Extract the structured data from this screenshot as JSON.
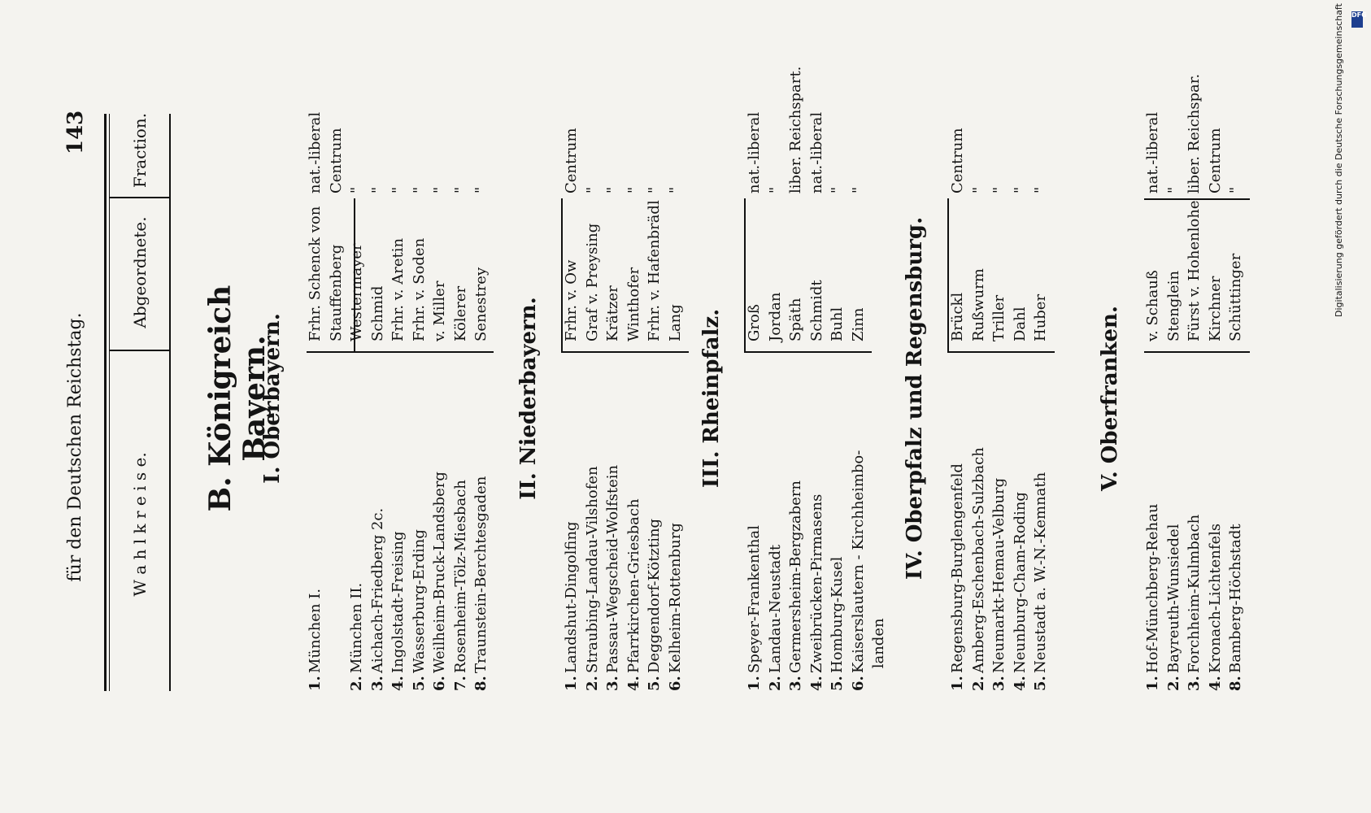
{
  "header": {
    "title": "für den Deutschen Reichstag.",
    "page_number": "143"
  },
  "columns": {
    "wahlkreise": "W a h l k r e i s e.",
    "abgeordnete": "Abgeordnete.",
    "fraction": "Fraction."
  },
  "main_heading": "B. Königreich Bayern.",
  "regions": [
    {
      "title": "I. Oberbayern.",
      "rows": [
        {
          "num": "1.",
          "kreis": "München I.",
          "abg": "Frhr. Schenck von",
          "frac": "nat.-liberal"
        },
        {
          "num": "",
          "kreis": "",
          "abg": "   Stauffenberg",
          "frac": "Centrum"
        },
        {
          "num": "2.",
          "kreis": "München II.",
          "abg": "Westermayer",
          "frac": "\""
        },
        {
          "num": "3.",
          "kreis": "Aichach-Friedberg 2c.",
          "abg": "Schmid",
          "frac": "\""
        },
        {
          "num": "4.",
          "kreis": "Ingolstadt-Freising",
          "abg": "Frhr. v. Aretin",
          "frac": "\""
        },
        {
          "num": "5.",
          "kreis": "Wasserburg-Erding",
          "abg": "Frhr. v. Soden",
          "frac": "\""
        },
        {
          "num": "6.",
          "kreis": "Weilheim-Bruck-Landsberg",
          "abg": "v. Miller",
          "frac": "\""
        },
        {
          "num": "7.",
          "kreis": "Rosenheim-Tölz-Miesbach",
          "abg": "Kölerer",
          "frac": "\""
        },
        {
          "num": "8.",
          "kreis": "Traunstein-Berchtesgaden",
          "abg": "Senestrey",
          "frac": "\""
        }
      ]
    },
    {
      "title": "II. Niederbayern.",
      "rows": [
        {
          "num": "1.",
          "kreis": "Landshut-Dingolfing",
          "abg": "Frhr. v. Ow",
          "frac": "Centrum"
        },
        {
          "num": "2.",
          "kreis": "Straubing-Landau-Vilshofen",
          "abg": "Graf v. Preysing",
          "frac": "\""
        },
        {
          "num": "3.",
          "kreis": "Passau-Wegscheid-Wolfstein",
          "abg": "Krätzer",
          "frac": "\""
        },
        {
          "num": "4.",
          "kreis": "Pfarrkirchen-Griesbach",
          "abg": "Winthofer",
          "frac": "\""
        },
        {
          "num": "5.",
          "kreis": "Deggendorf-Kötzting",
          "abg": "Frhr. v. Hafenbrädl",
          "frac": "\""
        },
        {
          "num": "6.",
          "kreis": "Kelheim-Rottenburg",
          "abg": "Lang",
          "frac": "\""
        }
      ]
    },
    {
      "title": "III. Rheinpfalz.",
      "rows": [
        {
          "num": "1.",
          "kreis": "Speyer-Frankenthal",
          "abg": "Groß",
          "frac": "nat.-liberal"
        },
        {
          "num": "2.",
          "kreis": "Landau-Neustadt",
          "abg": "Jordan",
          "frac": "\""
        },
        {
          "num": "3.",
          "kreis": "Germersheim-Bergzabern",
          "abg": "Späth",
          "frac": "liber. Reichspart."
        },
        {
          "num": "4.",
          "kreis": "Zweibrücken-Pirmasens",
          "abg": "Schmidt",
          "frac": "nat.-liberal"
        },
        {
          "num": "5.",
          "kreis": "Homburg-Kusel",
          "abg": "Buhl",
          "frac": "\""
        },
        {
          "num": "6.",
          "kreis": "Kaiserslautern - Kirchheimbo-",
          "abg": "Zinn",
          "frac": "\""
        },
        {
          "num": "",
          "kreis": "   landen",
          "abg": "",
          "frac": ""
        }
      ]
    },
    {
      "title": "IV. Oberpfalz und Regensburg.",
      "rows": [
        {
          "num": "1.",
          "kreis": "Regensburg-Burglengenfeld",
          "abg": "Brückl",
          "frac": "Centrum"
        },
        {
          "num": "2.",
          "kreis": "Amberg-Eschenbach-Sulzbach",
          "abg": "Rußwurm",
          "frac": "\""
        },
        {
          "num": "3.",
          "kreis": "Neumarkt-Hemau-Velburg",
          "abg": "Triller",
          "frac": "\""
        },
        {
          "num": "4.",
          "kreis": "Neunburg-Cham-Roding",
          "abg": "Dahl",
          "frac": "\""
        },
        {
          "num": "5.",
          "kreis": "Neustadt a. W.-N.-Kemnath",
          "abg": "Huber",
          "frac": "\""
        }
      ]
    },
    {
      "title": "V. Oberfranken.",
      "rows": [
        {
          "num": "1.",
          "kreis": "Hof-Münchberg-Rehau",
          "abg": "v. Schauß",
          "frac": "nat.-liberal"
        },
        {
          "num": "2.",
          "kreis": "Bayreuth-Wunsiedel",
          "abg": "Stenglein",
          "frac": "\""
        },
        {
          "num": "3.",
          "kreis": "Forchheim-Kulmbach",
          "abg": "Fürst v. Hohenlohe",
          "frac": "liber. Reichspar."
        },
        {
          "num": "4.",
          "kreis": "Kronach-Lichtenfels",
          "abg": "Kirchner",
          "frac": "Centrum"
        },
        {
          "num": "8.",
          "kreis": "Bamberg-Höchstadt",
          "abg": "Schüttinger",
          "frac": "\""
        }
      ]
    }
  ],
  "side_note": "Digitalisierung gefördert durch die Deutsche Forschungsgemeinschaft",
  "badge": "DFG"
}
